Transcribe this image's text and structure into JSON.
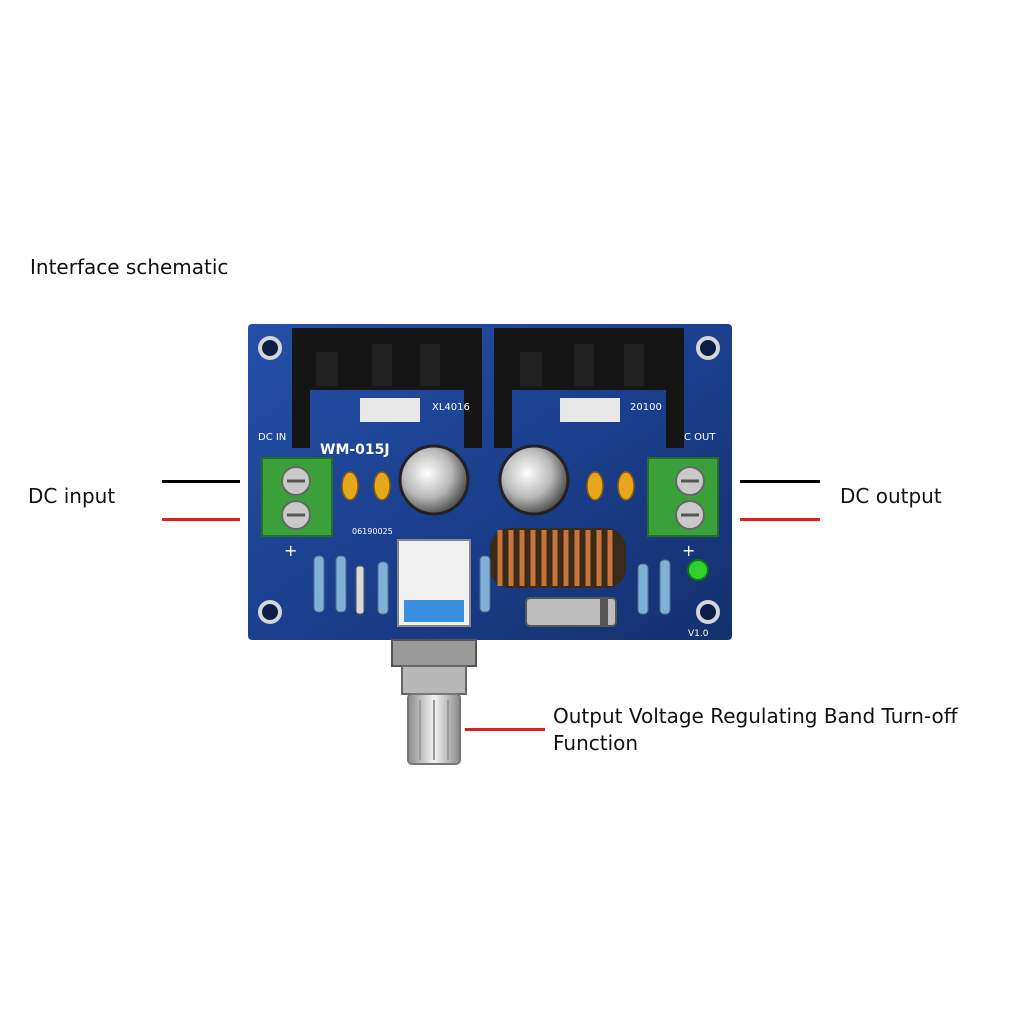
{
  "diagram": {
    "title": "Interface schematic",
    "labels": {
      "dc_input": "DC input",
      "dc_output": "DC output",
      "potentiometer_line1": "Output Voltage Regulating Band Turn-off",
      "potentiometer_line2": "Function"
    },
    "board_silkscreen": {
      "model": "WM-015J",
      "ic_left": "XL4016",
      "ic_right": "20100",
      "dc_in": "DC IN",
      "dc_out": "C OUT",
      "serial": "06190025",
      "version": "V1.0",
      "plus_left": "+",
      "plus_right": "+"
    },
    "colors": {
      "pcb": "#1b3f8e",
      "heatsink": "#151515",
      "terminal": "#3aa03a",
      "negative_lead": "#000000",
      "positive_lead": "#e02020",
      "inductor_copper": "#c8743a"
    }
  }
}
